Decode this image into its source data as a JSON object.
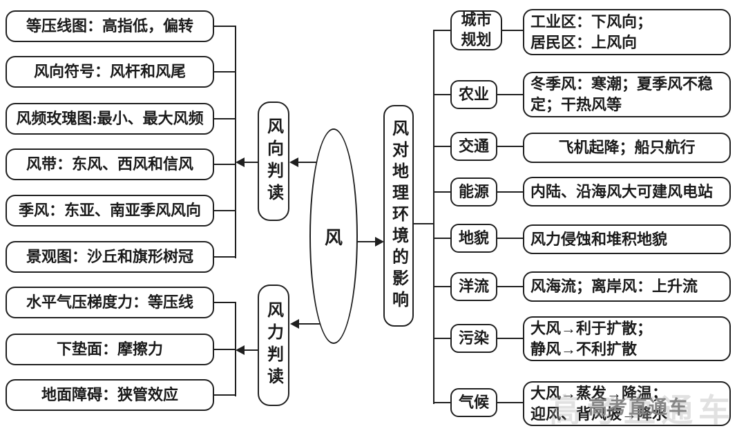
{
  "center": {
    "label": "风"
  },
  "left_top": {
    "hub": "风向判读",
    "items": [
      "等压线图：高指低，偏转",
      "风向符号：风杆和风尾",
      "风频玫瑰图:最小、最大风频",
      "风带：东风、西风和信风",
      "季风：东亚、南亚季风风向",
      "景观图：沙丘和旗形树冠"
    ]
  },
  "left_bottom": {
    "hub": "风力判读",
    "items": [
      "水平气压梯度力：等压线",
      "下垫面：摩擦力",
      "地面障碍：狭管效应"
    ]
  },
  "right": {
    "hub": "风对地理环境的影响",
    "items": [
      {
        "category": "城市规划",
        "detail": "工业区：下风向；\n居民区：上风向"
      },
      {
        "category": "农业",
        "detail": "冬季风：寒潮；夏季风不稳定；干热风等"
      },
      {
        "category": "交通",
        "detail": "飞机起降；船只航行"
      },
      {
        "category": "能源",
        "detail": "内陆、沿海风大可建风电站"
      },
      {
        "category": "地貌",
        "detail": "风力侵蚀和堆积地貌"
      },
      {
        "category": "洋流",
        "detail": "风海流；离岸风：上升流"
      },
      {
        "category": "污染",
        "detail": "大风→利于扩散；\n静风→不利扩散"
      },
      {
        "category": "气候",
        "detail": "大风→蒸发→降温；\n迎风、背风坡→降水"
      }
    ]
  },
  "watermark": {
    "text": "高考直通车"
  },
  "colors": {
    "line": "#1f1f1f",
    "background": "#ffffff",
    "watermark": "#868686"
  }
}
